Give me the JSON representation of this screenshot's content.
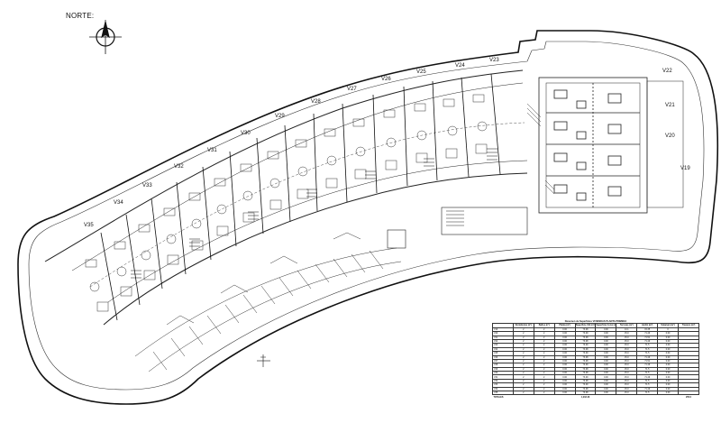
{
  "north_label": "NORTE:",
  "units_north": [
    "V22",
    "V21",
    "V20",
    "V19"
  ],
  "units_top": [
    "V23",
    "V24",
    "V25",
    "V26",
    "V27",
    "V28",
    "V29",
    "V30",
    "V31",
    "V32",
    "V33",
    "V34",
    "V35"
  ],
  "table": {
    "caption": "Resumen de Superficies VIVIENDAS PLANTA PRIMERA",
    "headers": [
      "",
      "Dormitorios (n°)",
      "Baños (n°)",
      "Planta (m²)",
      "Superficie Útil (m²)",
      "Superficie Const (m²)",
      "Terrazas (m²)",
      "Jardín (m²)",
      "Solarium (m²)",
      "Trastero (m²)"
    ],
    "rows": [
      [
        "V19",
        "2",
        "2",
        "0.00",
        "73.08",
        "0.00",
        "13.1",
        "15.35",
        "0"
      ],
      [
        "V20",
        "2",
        "2",
        "0.00",
        "73.09",
        "0.00",
        "15.0",
        "71.49",
        "0.00"
      ],
      [
        "V21",
        "2",
        "2",
        "0.00",
        "73.08",
        "0.00",
        "15.0",
        "71.51",
        "0.00"
      ],
      [
        "V22",
        "2",
        "2",
        "0.00",
        "73.08",
        "0.00",
        "15.0",
        "71.49",
        "0.00"
      ],
      [
        "V23",
        "2",
        "2",
        "0.00",
        "73.09",
        "0.00",
        "15.0",
        "71.5",
        "0.00"
      ],
      [
        "V24",
        "2",
        "2",
        "0.00",
        "73.08",
        "0.00",
        "15.0",
        "71.5",
        "0.00"
      ],
      [
        "V25",
        "2",
        "2",
        "0.00",
        "73.09",
        "0.00",
        "15.0",
        "71.5",
        "0.00"
      ],
      [
        "V26",
        "2",
        "2",
        "0.00",
        "73.08",
        "0.00",
        "15.0",
        "71.49",
        "0.00"
      ],
      [
        "V27",
        "2",
        "2",
        "0.00",
        "73.08",
        "0.00",
        "15.0",
        "71.51",
        "0.00"
      ],
      [
        "V28",
        "2",
        "2",
        "0.00",
        "73.09",
        "0.00",
        "15.0",
        "71.49",
        "0.00"
      ],
      [
        "V29",
        "2",
        "2",
        "0.00",
        "73.08",
        "0.00",
        "15.0",
        "71.5",
        "0.00"
      ],
      [
        "V30",
        "2",
        "2",
        "0.00",
        "73.08",
        "0.00",
        "15.0",
        "71.5",
        "0.00"
      ],
      [
        "V31",
        "2",
        "2",
        "0.00",
        "73.09",
        "0.00",
        "15.0",
        "71.49",
        "0.00"
      ],
      [
        "V32",
        "2",
        "2",
        "0.00",
        "73.08",
        "0.00",
        "15.0",
        "71.5",
        "0.00"
      ],
      [
        "V33",
        "2",
        "2",
        "0.00",
        "73.09",
        "0.00",
        "15.0",
        "71.5",
        "0.00"
      ],
      [
        "V34",
        "2",
        "2",
        "0.00",
        "73.08",
        "0.00",
        "15.0",
        "71.49",
        "0.00"
      ],
      [
        "V35",
        "2",
        "2",
        "0.00",
        "73.08",
        "0.00",
        "15.0",
        "71.5",
        "0.00"
      ]
    ],
    "total_label": "TOTALES",
    "total_value_a": "1,242.43",
    "total_value_b": "255.0"
  }
}
